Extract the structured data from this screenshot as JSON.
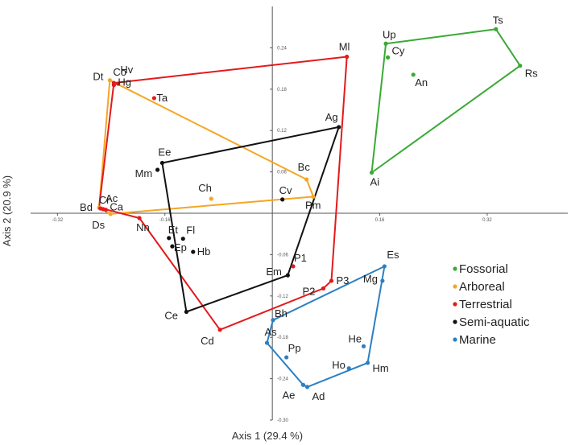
{
  "chart_data": {
    "type": "scatter",
    "title": "",
    "xlabel": "Axis 1  (29.4 %)",
    "ylabel": "Axis 2  (20.9 %)",
    "xlim": [
      -0.36,
      0.44
    ],
    "ylim": [
      -0.3,
      0.3
    ],
    "x_ticks": [
      {
        "value": -0.32,
        "label": "-0.32"
      },
      {
        "value": -0.16,
        "label": "-0.16"
      },
      {
        "value": 0.16,
        "label": "0.16"
      },
      {
        "value": 0.32,
        "label": "0.32"
      }
    ],
    "y_ticks": [
      {
        "value": 0.24,
        "label": "0.24"
      },
      {
        "value": 0.18,
        "label": "0.18"
      },
      {
        "value": 0.12,
        "label": "0.12"
      },
      {
        "value": 0.06,
        "label": "0.06"
      },
      {
        "value": -0.06,
        "label": "-0.06"
      },
      {
        "value": -0.12,
        "label": "-0.12"
      },
      {
        "value": -0.18,
        "label": "-0.18"
      },
      {
        "value": -0.24,
        "label": "-0.24"
      },
      {
        "value": -0.3,
        "label": "-0.30"
      }
    ],
    "grid": false,
    "legend_position": "bottom-right",
    "series": [
      {
        "name": "Fossorial",
        "color": "#3aaa35",
        "points": [
          {
            "label": "Ts",
            "x": 0.333,
            "y": 0.267
          },
          {
            "label": "Up",
            "x": 0.169,
            "y": 0.246
          },
          {
            "label": "Cy",
            "x": 0.172,
            "y": 0.226
          },
          {
            "label": "An",
            "x": 0.21,
            "y": 0.201
          },
          {
            "label": "Rs",
            "x": 0.369,
            "y": 0.214
          },
          {
            "label": "Ai",
            "x": 0.148,
            "y": 0.059
          }
        ],
        "hull": [
          "Up",
          "Ts",
          "Rs",
          "Ai"
        ]
      },
      {
        "name": "Arboreal",
        "color": "#f5a623",
        "points": [
          {
            "label": "Dt",
            "x": -0.242,
            "y": 0.193
          },
          {
            "label": "Bc",
            "x": 0.051,
            "y": 0.049
          },
          {
            "label": "Pm",
            "x": 0.061,
            "y": 0.024
          },
          {
            "label": "Ch",
            "x": -0.091,
            "y": 0.021
          },
          {
            "label": "Bd",
            "x": -0.258,
            "y": 0.008
          },
          {
            "label": "Ds",
            "x": -0.241,
            "y": -0.001
          }
        ],
        "hull": [
          "Dt",
          "Bc",
          "Pm",
          "Ds",
          "Bd"
        ]
      },
      {
        "name": "Terrestrial",
        "color": "#e31a1c",
        "points": [
          {
            "label": "Ml",
            "x": 0.111,
            "y": 0.227
          },
          {
            "label": "Co",
            "x": -0.236,
            "y": 0.189
          },
          {
            "label": "Hv",
            "x": -0.23,
            "y": 0.188
          },
          {
            "label": "Hg",
            "x": -0.236,
            "y": 0.186
          },
          {
            "label": "Ta",
            "x": -0.176,
            "y": 0.167
          },
          {
            "label": "Cr",
            "x": -0.256,
            "y": 0.007
          },
          {
            "label": "Ac",
            "x": -0.252,
            "y": 0.006
          },
          {
            "label": "Ca",
            "x": -0.248,
            "y": 0.005
          },
          {
            "label": "Nn",
            "x": -0.198,
            "y": -0.007
          },
          {
            "label": "P1",
            "x": 0.031,
            "y": -0.077
          },
          {
            "label": "P2",
            "x": 0.076,
            "y": -0.109
          },
          {
            "label": "P3",
            "x": 0.088,
            "y": -0.098
          },
          {
            "label": "Cd",
            "x": -0.078,
            "y": -0.169
          }
        ],
        "hull": [
          "Co",
          "Ml",
          "P3",
          "P2",
          "Cd",
          "Nn",
          "Bd"
        ]
      },
      {
        "name": "Semi-aquatic",
        "color": "#111111",
        "points": [
          {
            "label": "Ag",
            "x": 0.099,
            "y": 0.125
          },
          {
            "label": "Ee",
            "x": -0.164,
            "y": 0.073
          },
          {
            "label": "Mm",
            "x": -0.171,
            "y": 0.063
          },
          {
            "label": "Cv",
            "x": 0.015,
            "y": 0.02
          },
          {
            "label": "Et",
            "x": -0.154,
            "y": -0.036
          },
          {
            "label": "Fl",
            "x": -0.133,
            "y": -0.037
          },
          {
            "label": "Ep",
            "x": -0.149,
            "y": -0.048
          },
          {
            "label": "Hb",
            "x": -0.118,
            "y": -0.056
          },
          {
            "label": "Em",
            "x": 0.023,
            "y": -0.09
          },
          {
            "label": "Ce",
            "x": -0.128,
            "y": -0.143
          }
        ],
        "hull": [
          "Ee",
          "Ag",
          "Em",
          "Ce"
        ]
      },
      {
        "name": "Marine",
        "color": "#2d7fc1",
        "points": [
          {
            "label": "Es",
            "x": 0.167,
            "y": -0.077
          },
          {
            "label": "Mg",
            "x": 0.164,
            "y": -0.098
          },
          {
            "label": "Bh",
            "x": 0.001,
            "y": -0.155
          },
          {
            "label": "He",
            "x": 0.136,
            "y": -0.193
          },
          {
            "label": "As",
            "x": -0.008,
            "y": -0.188
          },
          {
            "label": "Pp",
            "x": 0.021,
            "y": -0.209
          },
          {
            "label": "Hm",
            "x": 0.142,
            "y": -0.217
          },
          {
            "label": "Ho",
            "x": 0.114,
            "y": -0.225
          },
          {
            "label": "Ae",
            "x": 0.046,
            "y": -0.249
          },
          {
            "label": "Ad",
            "x": 0.052,
            "y": -0.252
          }
        ],
        "hull": [
          "Es",
          "Hm",
          "Ad",
          "Ae",
          "As",
          "Bh"
        ]
      }
    ]
  }
}
